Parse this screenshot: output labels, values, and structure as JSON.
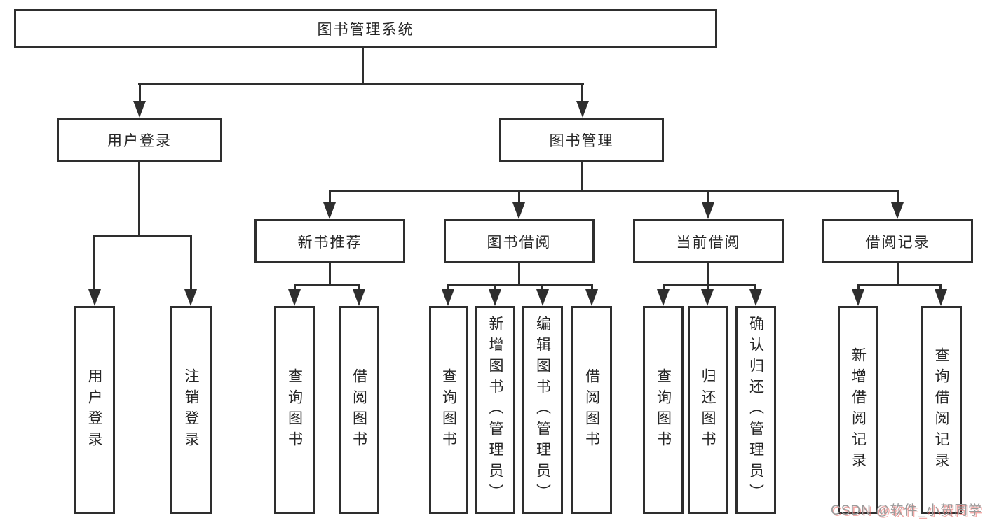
{
  "diagram": {
    "title": "图书管理系统",
    "type": "hierarchy-tree",
    "nodes": {
      "root": "图书管理系统",
      "user_login": "用户登录",
      "book_mgmt": "图书管理",
      "new_book": "新书推荐",
      "book_borrow": "图书借阅",
      "current_borrow": "当前借阅",
      "borrow_record": "借阅记录",
      "ul_login": "用户登录",
      "ul_logout": "注销登录",
      "nb_query": "查询图书",
      "nb_borrow": "借阅图书",
      "bb_query": "查询图书",
      "bb_add": "新增图书（管理员）",
      "bb_edit": "编辑图书（管理员）",
      "bb_borrow": "借阅图书",
      "cb_query": "查询图书",
      "cb_return": "归还图书",
      "cb_confirm": "确认归还（管理员）",
      "br_add": "新增借阅记录",
      "br_query": "查询借阅记录"
    },
    "edges": [
      [
        "图书管理系统",
        "用户登录"
      ],
      [
        "图书管理系统",
        "图书管理"
      ],
      [
        "用户登录",
        "用户登录"
      ],
      [
        "用户登录",
        "注销登录"
      ],
      [
        "图书管理",
        "新书推荐"
      ],
      [
        "图书管理",
        "图书借阅"
      ],
      [
        "图书管理",
        "当前借阅"
      ],
      [
        "图书管理",
        "借阅记录"
      ],
      [
        "新书推荐",
        "查询图书"
      ],
      [
        "新书推荐",
        "借阅图书"
      ],
      [
        "图书借阅",
        "查询图书"
      ],
      [
        "图书借阅",
        "新增图书（管理员）"
      ],
      [
        "图书借阅",
        "编辑图书（管理员）"
      ],
      [
        "图书借阅",
        "借阅图书"
      ],
      [
        "当前借阅",
        "查询图书"
      ],
      [
        "当前借阅",
        "归还图书"
      ],
      [
        "当前借阅",
        "确认归还（管理员）"
      ],
      [
        "借阅记录",
        "新增借阅记录"
      ],
      [
        "借阅记录",
        "查询借阅记录"
      ]
    ],
    "colors": {
      "line": "#2e2e2e",
      "text": "#262626",
      "background": "#ffffff"
    }
  },
  "watermark": {
    "text": "CSDN @软件_小贺同学",
    "color": "#9b9b9b",
    "shadow_color": "#eb6460"
  }
}
